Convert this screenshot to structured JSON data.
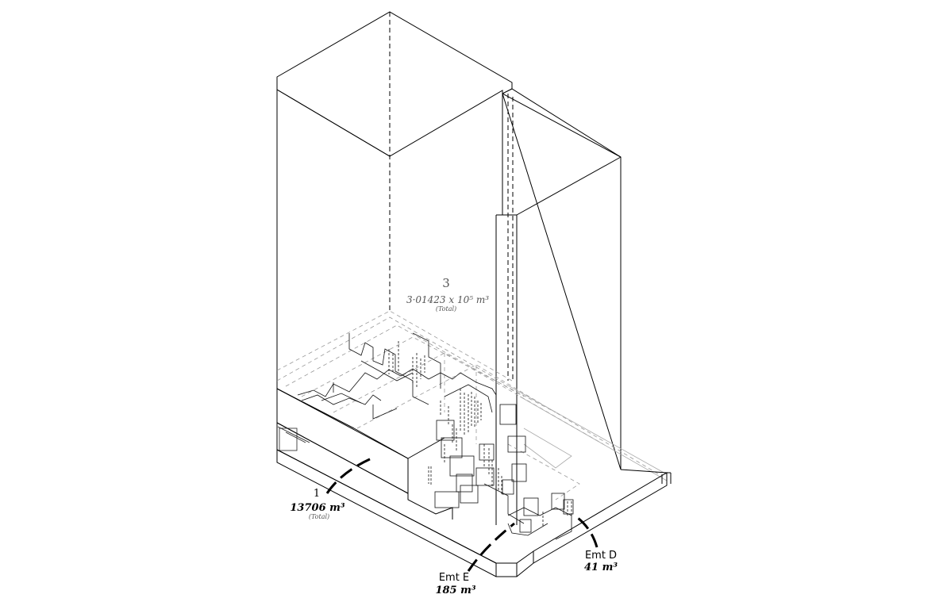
{
  "labels": {
    "block3": {
      "id": "3",
      "volume": "3·01423 x 10⁵ m³",
      "note": "(Total)"
    },
    "block1": {
      "id": "1",
      "volume": "13706 m³",
      "note": "(Total)"
    },
    "emtE": {
      "name": "Emt E",
      "volume": "185 m³"
    },
    "emtD": {
      "name": "Emt D",
      "volume": "41 m³"
    }
  }
}
